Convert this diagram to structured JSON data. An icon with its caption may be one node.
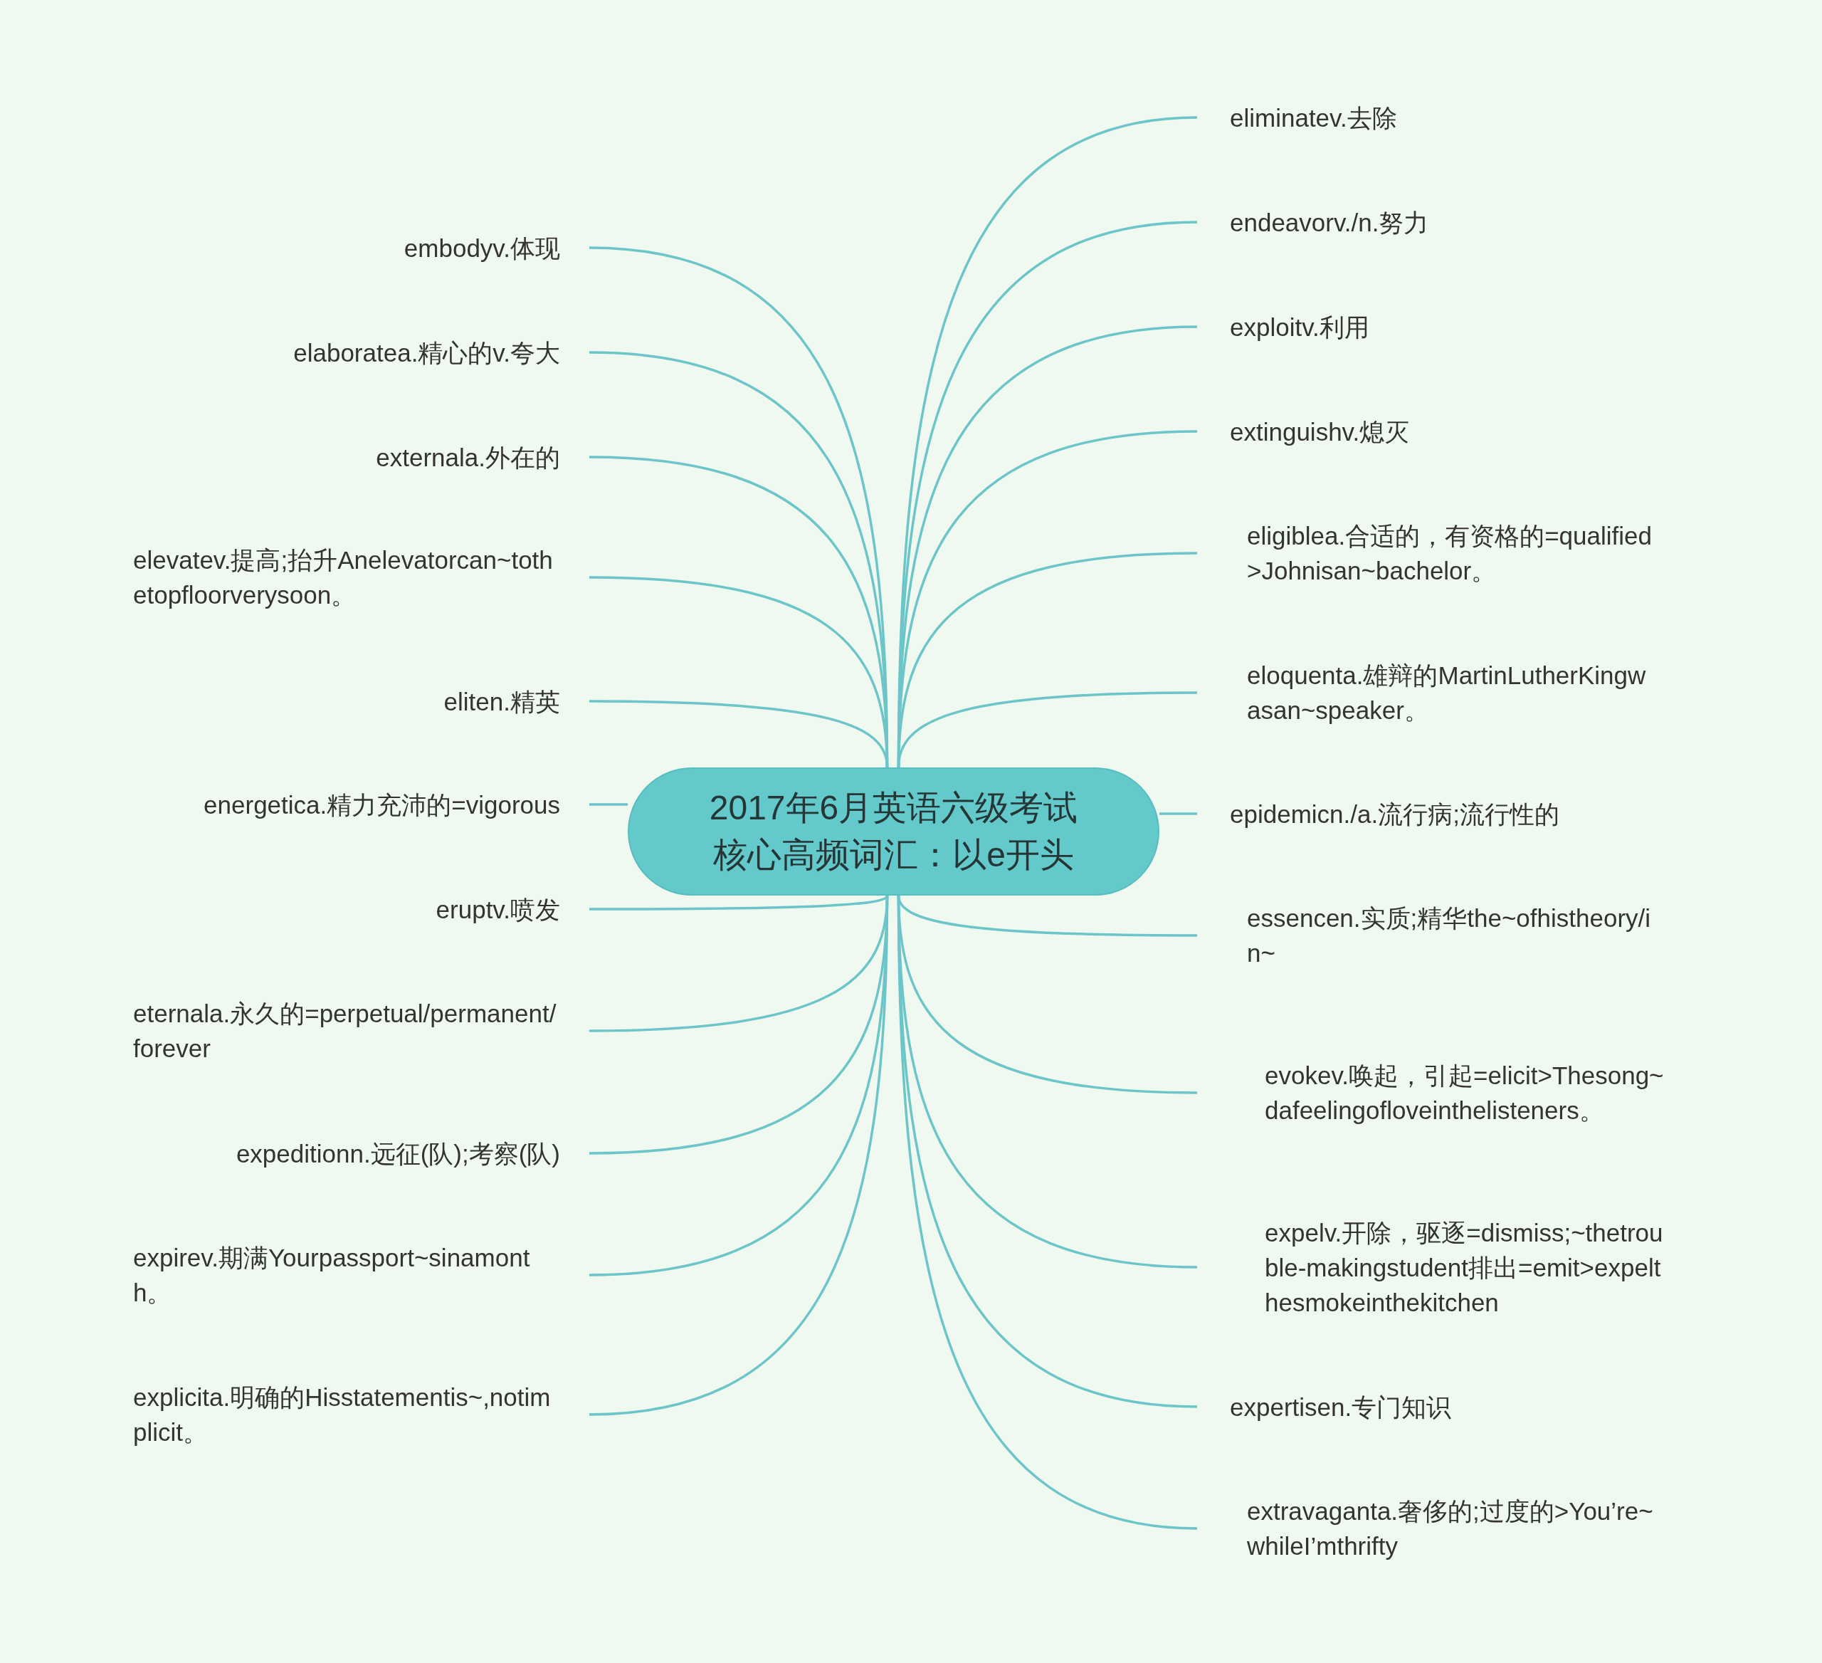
{
  "diagram": {
    "nodes": [
      {
        "text": [
          "2017年6月英语六级考试核心高频词汇：以e开头"
        ]
      },
      {
        "text": [
          "embodyv.体现"
        ]
      },
      {
        "text": [
          "elaboratea.精心的v.夸大"
        ]
      },
      {
        "text": [
          "externala.外在的"
        ]
      },
      {
        "text": [
          "elevatev.提高;抬升Anelevatorcan~tothetopfloorverysoon。"
        ]
      },
      {
        "text": [
          "eliten.精英"
        ]
      },
      {
        "text": [
          "energetica.精力充沛的=vigorous"
        ]
      },
      {
        "text": [
          "eruptv.喷发"
        ]
      },
      {
        "text": [
          "eternala.永久的=perpetual/permanent/forever"
        ]
      },
      {
        "text": [
          "expeditionn.远征(队);考察(队)"
        ]
      },
      {
        "text": [
          "expirev.期满Yourpassport~sinamonth。"
        ]
      },
      {
        "text": [
          "explicita.明确的Hisstatementis~,notimplicit。"
        ]
      },
      {
        "text": [
          "eliminatev.去除"
        ]
      },
      {
        "text": [
          "endeavorv./n.努力"
        ]
      },
      {
        "text": [
          "exploitv.利用"
        ]
      },
      {
        "text": [
          "extinguishv.熄灭"
        ]
      },
      {
        "text": [
          "eligiblea.合适的，有资格的=qualified>Johnisan~bachelor。"
        ]
      },
      {
        "text": [
          "eloquenta.雄辩的MartinLutherKingwasan~speaker。"
        ]
      },
      {
        "text": [
          "epidemicn./a.流行病;流行性的"
        ]
      },
      {
        "text": [
          "essencen.实质;精华the~ofhistheory/in~"
        ]
      },
      {
        "text": [
          "evokev.唤起，引起=elicit>Thesong~dafeelingofloveinthelisteners。"
        ]
      },
      {
        "text": [
          "expelv.开除，驱逐=dismiss;~thetrouble-makingstudent排出=emit>expelthesmokeinthekitchen"
        ]
      },
      {
        "text": [
          "expertisen.专门知识"
        ]
      },
      {
        "text": [
          "extravaganta.奢侈的;过度的>You’re~whileI’mthrifty"
        ]
      }
    ],
    "edges": [
      {
        "from": 0,
        "to": 1,
        "arrow": "none"
      },
      {
        "from": 0,
        "to": 2,
        "arrow": "none"
      },
      {
        "from": 0,
        "to": 3,
        "arrow": "none"
      },
      {
        "from": 0,
        "to": 4,
        "arrow": "none"
      },
      {
        "from": 0,
        "to": 5,
        "arrow": "none"
      },
      {
        "from": 0,
        "to": 6,
        "arrow": "none"
      },
      {
        "from": 0,
        "to": 7,
        "arrow": "none"
      },
      {
        "from": 0,
        "to": 8,
        "arrow": "none"
      },
      {
        "from": 0,
        "to": 9,
        "arrow": "none"
      },
      {
        "from": 0,
        "to": 10,
        "arrow": "none"
      },
      {
        "from": 0,
        "to": 11,
        "arrow": "none"
      },
      {
        "from": 0,
        "to": 12,
        "arrow": "none"
      },
      {
        "from": 0,
        "to": 13,
        "arrow": "none"
      },
      {
        "from": 0,
        "to": 14,
        "arrow": "none"
      },
      {
        "from": 0,
        "to": 15,
        "arrow": "none"
      },
      {
        "from": 0,
        "to": 16,
        "arrow": "none"
      },
      {
        "from": 0,
        "to": 17,
        "arrow": "none"
      },
      {
        "from": 0,
        "to": 18,
        "arrow": "none"
      },
      {
        "from": 0,
        "to": 19,
        "arrow": "none"
      },
      {
        "from": 0,
        "to": 20,
        "arrow": "none"
      },
      {
        "from": 0,
        "to": 21,
        "arrow": "none"
      },
      {
        "from": 0,
        "to": 22,
        "arrow": "none"
      },
      {
        "from": 0,
        "to": 23,
        "arrow": "none"
      }
    ]
  }
}
